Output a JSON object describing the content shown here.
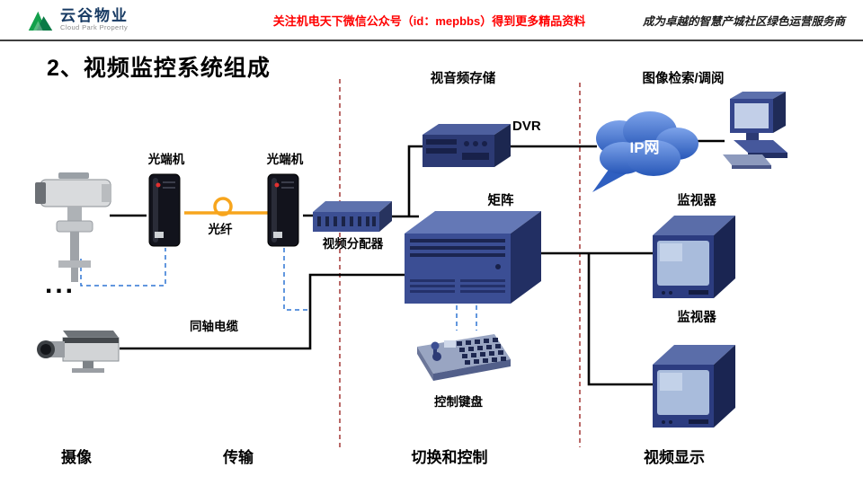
{
  "header": {
    "logo_title": "云谷物业",
    "logo_subtitle": "Cloud Park Property",
    "notice": "关注机电天下微信公众号（id：mepbbs）得到更多精品资料",
    "slogan": "成为卓越的智慧产城社区绿色运营服务商"
  },
  "title": "2、视频监控系统组成",
  "diagram": {
    "headers": {
      "storage": "视音频存储",
      "retrieval": "图像检索/调阅"
    },
    "labels": {
      "optical_transceiver_left": "光端机",
      "optical_transceiver_right": "光端机",
      "fiber": "光纤",
      "video_distributor": "视频分配器",
      "dvr": "DVR",
      "matrix": "矩阵",
      "ip_network": "IP网",
      "monitor_top": "监视器",
      "monitor_bottom": "监视器",
      "control_keyboard": "控制键盘",
      "coax_cable": "同轴电缆",
      "more_cameras": "..."
    },
    "sections": [
      "摄像",
      "传输",
      "切换和控制",
      "视频显示"
    ]
  },
  "colors": {
    "notice_red": "#ff0000",
    "logo_green": "#14a04c",
    "device_blue": "#3b4e94",
    "cloud_blue": "#2f62c4",
    "fiber_orange": "#f7a51d",
    "dashed_blue": "#2e75d4",
    "separator_red": "#a94442"
  }
}
